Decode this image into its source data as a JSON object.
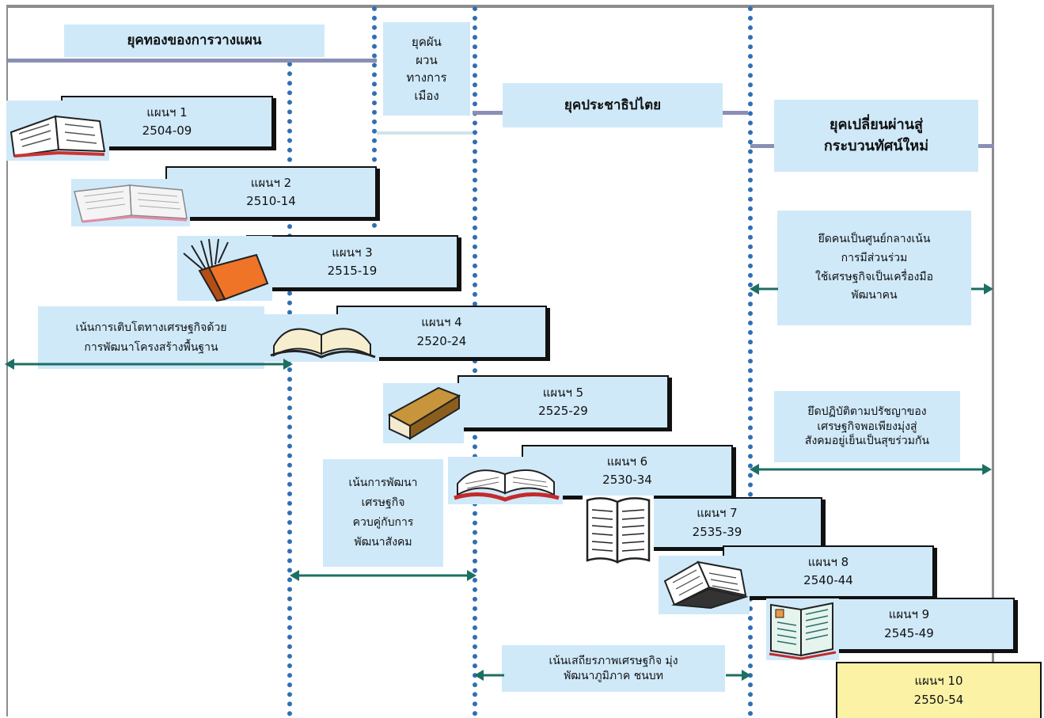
{
  "eras": [
    {
      "id": "golden",
      "text": "ยุคทองของการวางแผน"
    },
    {
      "id": "political",
      "text": "ยุคผัน\nผวน\nทางการ\nเมือง"
    },
    {
      "id": "democracy",
      "text": "ยุคประชาธิปไตย"
    },
    {
      "id": "transition",
      "text": "ยุคเปลี่ยนผ่านสู่\nกระบวนทัศน์ใหม่"
    }
  ],
  "plans": [
    {
      "label": "แผนฯ 1",
      "years": "2504-09"
    },
    {
      "label": "แผนฯ 2",
      "years": "2510-14"
    },
    {
      "label": "แผนฯ 3",
      "years": "2515-19"
    },
    {
      "label": "แผนฯ 4",
      "years": "2520-24"
    },
    {
      "label": "แผนฯ 5",
      "years": "2525-29"
    },
    {
      "label": "แผนฯ 6",
      "years": "2530-34"
    },
    {
      "label": "แผนฯ 7",
      "years": "2535-39"
    },
    {
      "label": "แผนฯ 8",
      "years": "2540-44"
    },
    {
      "label": "แผนฯ 9",
      "years": "2545-49"
    },
    {
      "label": "แผนฯ 10",
      "years": "2550-54"
    }
  ],
  "notes": {
    "infrastructure": "เน้นการเติบโตทางเศรษฐกิจด้วย\nการพัฒนาโครงสร้างพื้นฐาน",
    "social": "เน้นการพัฒนา\nเศรษฐกิจ\nควบคู่กับการ\nพัฒนาสังคม",
    "stability": "เน้นเสถียรภาพเศรษฐกิจ มุ่ง\nพัฒนาภูมิภาค ชนบท",
    "people": "ยึดคนเป็นศูนย์กลางเน้น\nการมีส่วนร่วม\nใช้เศรษฐกิจเป็นเครื่องมือ\nพัฒนาคน",
    "sufficiency": "ยึดปฏิบัติตามปรัชญาของ\nเศรษฐกิจพอเพียงมุ่งสู่\nสังคมอยู่เย็นเป็นสุขร่วมกัน"
  },
  "colors": {
    "box": "#cfe9f9",
    "highlight": "#fbf2a6",
    "arrow": "#1d6f63",
    "dots": "#2f6fb3",
    "eraLine": "#8a8fb5"
  }
}
